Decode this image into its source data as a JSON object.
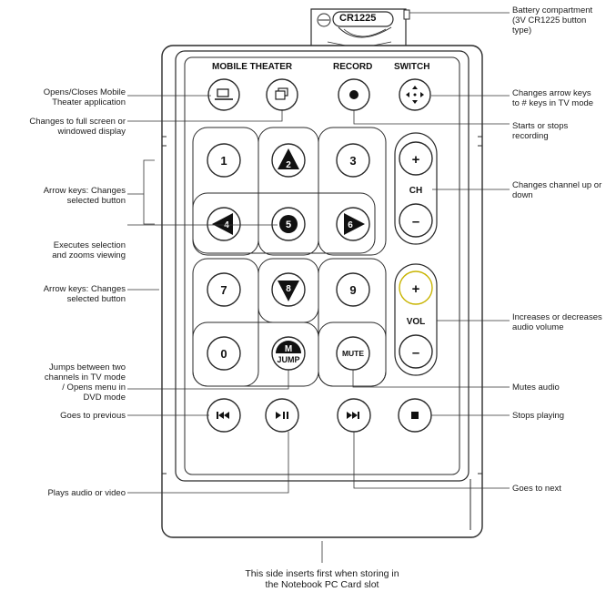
{
  "battery": {
    "chip_label": "CR1225",
    "callout": [
      "Battery compartment",
      "(3V CR1225 button",
      "type)"
    ]
  },
  "headers": {
    "mobile_theater": "MOBILE THEATER",
    "record": "RECORD",
    "switch": "SWITCH"
  },
  "keys": {
    "k1": "1",
    "k2": "2",
    "k3": "3",
    "k4": "4",
    "k5": "5",
    "k6": "6",
    "k7": "7",
    "k8": "8",
    "k9": "9",
    "k0": "0",
    "m": "M",
    "jump": "JUMP",
    "mute": "MUTE",
    "ch": "CH",
    "vol": "VOL",
    "plus": "+",
    "minus": "–"
  },
  "callouts_left": {
    "mobile_theater_app": [
      "Opens/Closes Mobile",
      "Theater application"
    ],
    "fullscreen": [
      "Changes to full screen or",
      "windowed display"
    ],
    "arrow_keys_top": [
      "Arrow keys: Changes",
      "selected button"
    ],
    "execute": [
      "Executes selection",
      "and zooms viewing"
    ],
    "arrow_keys_bottom": [
      "Arrow keys: Changes",
      "selected button"
    ],
    "jump": [
      "Jumps between two",
      "channels in TV mode",
      "/ Opens menu in",
      "DVD mode"
    ],
    "previous": [
      "Goes to previous"
    ],
    "play": [
      "Plays audio or video"
    ]
  },
  "callouts_right": {
    "switch": [
      "Changes arrow keys",
      "to # keys in TV mode"
    ],
    "record": [
      "Starts or stops",
      "recording"
    ],
    "channel": [
      "Changes channel up or",
      "down"
    ],
    "volume": [
      "Increases or decreases",
      "audio volume"
    ],
    "mute": [
      "Mutes audio"
    ],
    "stop": [
      "Stops playing"
    ],
    "next": [
      "Goes to next"
    ]
  },
  "footer": [
    "This side inserts first when storing in",
    "the Notebook PC Card slot"
  ],
  "colors": {
    "outline": "#2a2a2a",
    "button_fill": "#ffffff",
    "vol_accent": "#c8b400",
    "text": "#1a1a1a"
  }
}
